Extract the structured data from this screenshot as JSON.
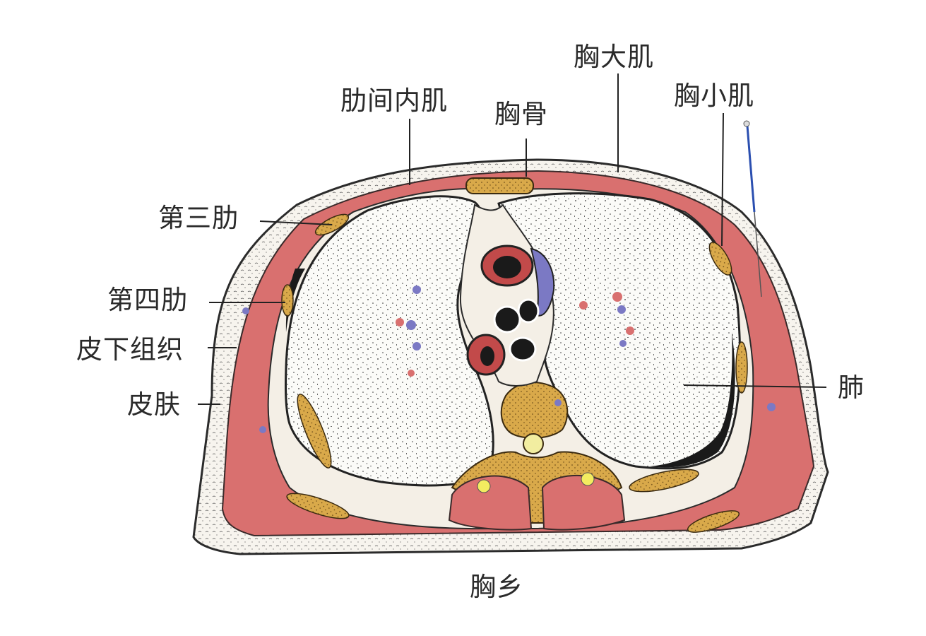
{
  "labels": {
    "intercostal": "肋间内肌",
    "sternum": "胸骨",
    "pect_major": "胸大肌",
    "pect_minor": "胸小肌",
    "rib3": "第三肋",
    "rib4": "第四肋",
    "subcut": "皮下组织",
    "skin": "皮肤",
    "lung": "肺"
  },
  "caption": "胸乡",
  "colors": {
    "muscle": "#d9706f",
    "bone": "#d9a94a",
    "lung": "#fbfbf8",
    "skin_fill": "#f7f4ee",
    "vein": "#7b79c4",
    "needle": "#2b4fb0",
    "outline": "#2b2b2b"
  }
}
